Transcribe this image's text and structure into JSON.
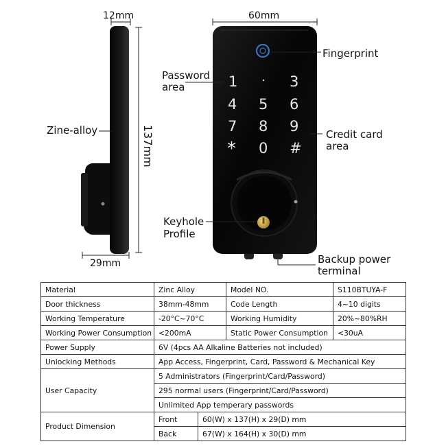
{
  "diagram": {
    "dimensions": {
      "side_depth": "12mm",
      "front_width": "60mm",
      "height": "137mm",
      "base_depth": "29mm"
    },
    "callouts": {
      "fingerprint": "Fingerprint",
      "password_area": [
        "Password",
        "area"
      ],
      "material": "Zine-alloy",
      "credit_card_area": [
        "Credit card",
        "area"
      ],
      "keyhole": [
        "Keyhole",
        "Profile"
      ],
      "backup_terminal": [
        "Backup power",
        "terminal"
      ]
    },
    "keypad": [
      "1",
      "3",
      "4",
      "5",
      "6",
      "7",
      "8",
      "9",
      "*",
      "0",
      "#"
    ],
    "colors": {
      "lock_body": "#0a0a0a",
      "key_text": "#e9e9e9",
      "fingerprint_ring": "#3a73c4",
      "keyhole_brass": "#c9a641"
    }
  },
  "table": {
    "row1": {
      "c1": "Material",
      "c2": "Zinc Alloy",
      "c3": "Model NO.",
      "c4": "S110BTUYA-F"
    },
    "row2": {
      "c1": "Door thickness",
      "c2": "38mm-48mm",
      "c3": "Code Length",
      "c4": "4~10 digits"
    },
    "row3": {
      "c1": "Working Temperature",
      "c2": "-20°C~70°C",
      "c3": "Working Humidity",
      "c4": "20%~80%RH"
    },
    "row4": {
      "c1": "Working Power Consumption",
      "c2": "<200mA",
      "c3": "Static Power Consumption",
      "c4": "<30uA"
    },
    "power_supply": {
      "label": "Power Supply",
      "value": "6V (4pcs AA Alkaline Batteries not included)"
    },
    "unlocking": {
      "label": "Unlocking Methods",
      "value": "App Access, Fingerprint, Card, Password & Mechanical Key"
    },
    "capacity": {
      "label": "User Capacity",
      "values": [
        "5 Administrators (Fingerprint/Card/Password)",
        "295 normal users (Fingerprint/Card/Password)",
        "Unlimited App temperary passwords"
      ]
    },
    "dimension": {
      "label": "Product Dimension",
      "front_label": "Front",
      "front_value": "60(W) x 137(H) x 29(D) mm",
      "back_label": "Back",
      "back_value": "67(W) x 164(H) x 30(D) mm"
    }
  }
}
